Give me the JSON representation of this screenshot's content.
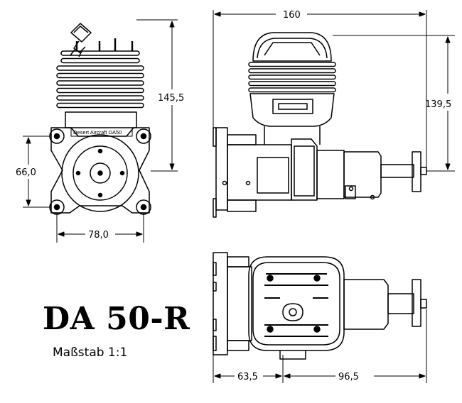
{
  "title": "DA 50-R",
  "scale": "Maßstab 1:1",
  "engine_label": "Desert Aircraft DA50",
  "dimensions": {
    "overall_width": "160",
    "front_height": "145,5",
    "mount_height": "66,0",
    "mount_width": "78,0",
    "side_height": "139,5",
    "rear_depth": "63,5",
    "front_depth": "96,5"
  },
  "line_color": "#000000"
}
